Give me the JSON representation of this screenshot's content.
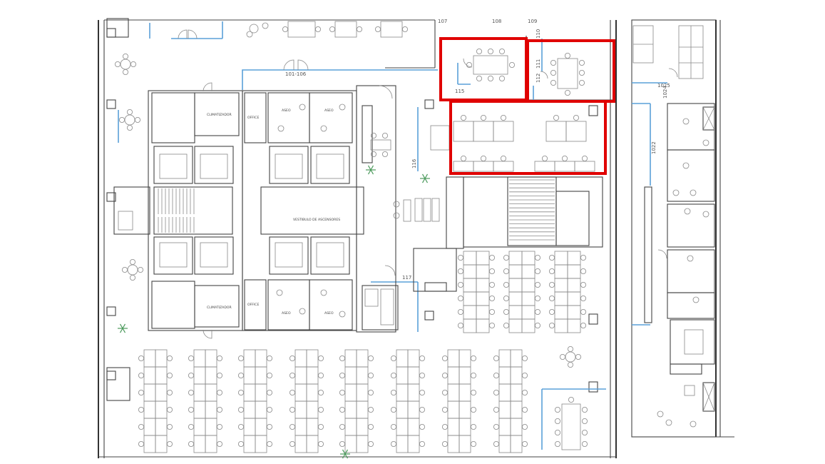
{
  "labels": {
    "room_107": "107",
    "room_108": "108",
    "room_109": "109",
    "room_110": "110",
    "room_111": "111",
    "room_112": "112",
    "room_115": "115",
    "room_116": "116",
    "room_117": "117",
    "room_101_106": "101-106",
    "room_1022": "1022",
    "room_1024": "1024",
    "room_1025": "1025",
    "climatizador_top": "CLIMATIZADOR",
    "climatizador_bottom": "CLIMATIZADOR",
    "office_top": "OFFICE",
    "office_bottom": "OFFICE",
    "aseo_1": "ASEO",
    "aseo_2": "ASEO",
    "aseo_3": "ASEO",
    "aseo_4": "ASEO",
    "vestibulo": "VESTIBULO DE ASCENSORES"
  },
  "colors": {
    "highlight": "#e00000",
    "partition": "#5aa0d8",
    "wall": "#444444",
    "plant": "#4c9a5c"
  },
  "highlights": [
    "meeting-room-115",
    "meeting-room-111",
    "open-workspace-desk-cluster"
  ]
}
